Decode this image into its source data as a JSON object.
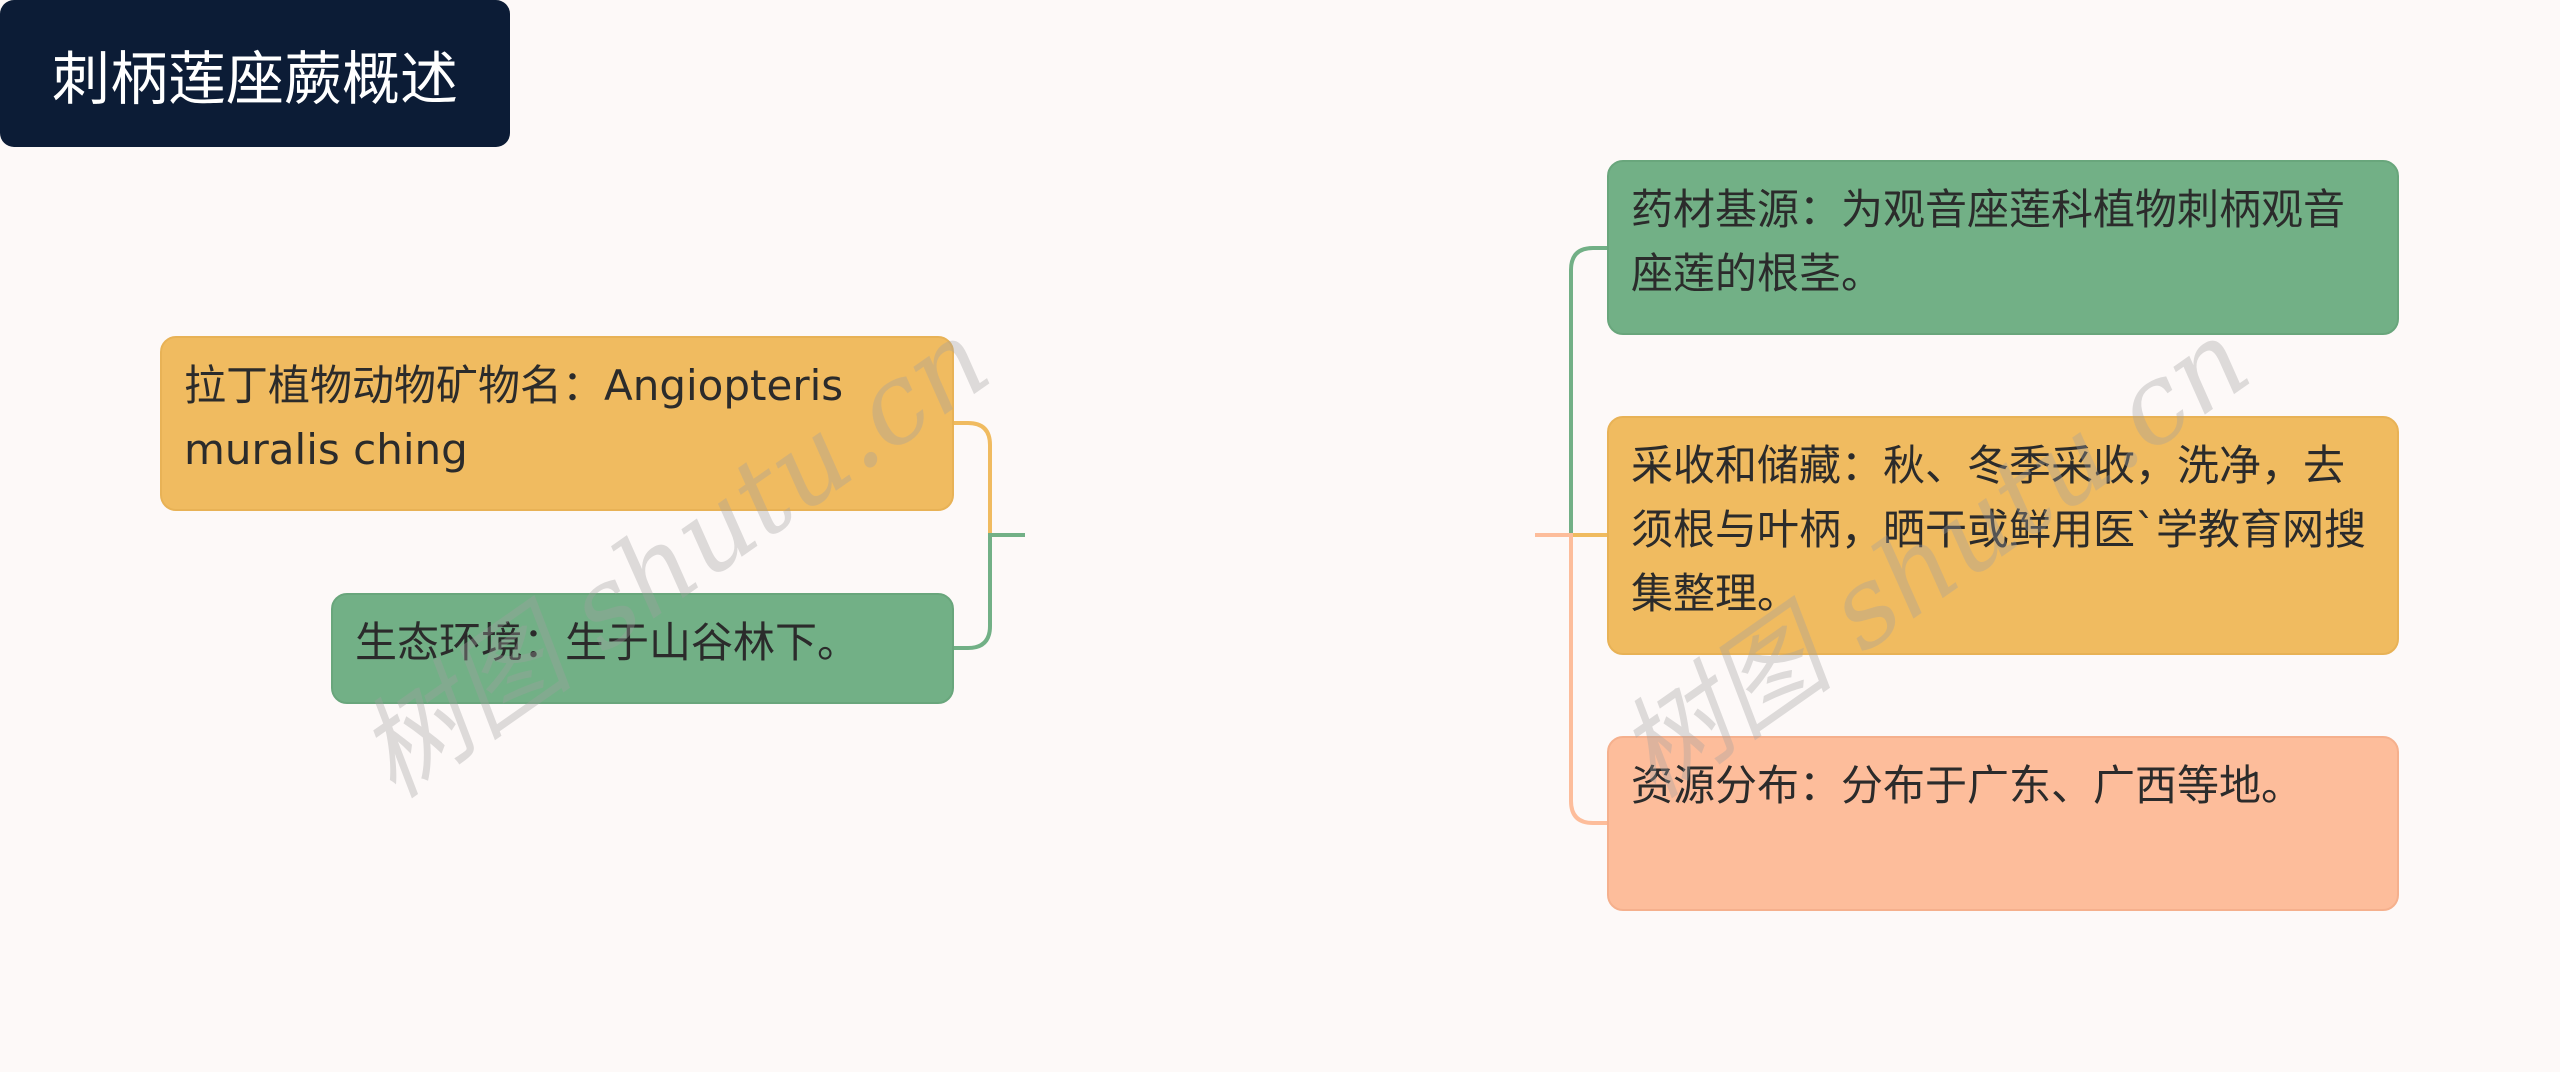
{
  "center": {
    "label": "刺柄莲座蕨概述"
  },
  "left": [
    {
      "text": "拉丁植物动物矿物名：Angiopteris muralis ching",
      "color": "#f0bb60"
    },
    {
      "text": "生态环境：生于山谷林下。",
      "color": "#72b086"
    }
  ],
  "right": [
    {
      "text": "药材基源：为观音座莲科植物刺柄观音座莲的根茎。",
      "color": "#72b086"
    },
    {
      "text": "采收和储藏：秋、冬季采收，洗净，去须根与叶柄，晒干或鲜用医`学教育网搜集整理。",
      "color": "#f0bb60"
    },
    {
      "text": "资源分布：分布于广东、广西等地。",
      "color": "#fdbd9b"
    }
  ],
  "watermark": "树图 shutu.cn"
}
